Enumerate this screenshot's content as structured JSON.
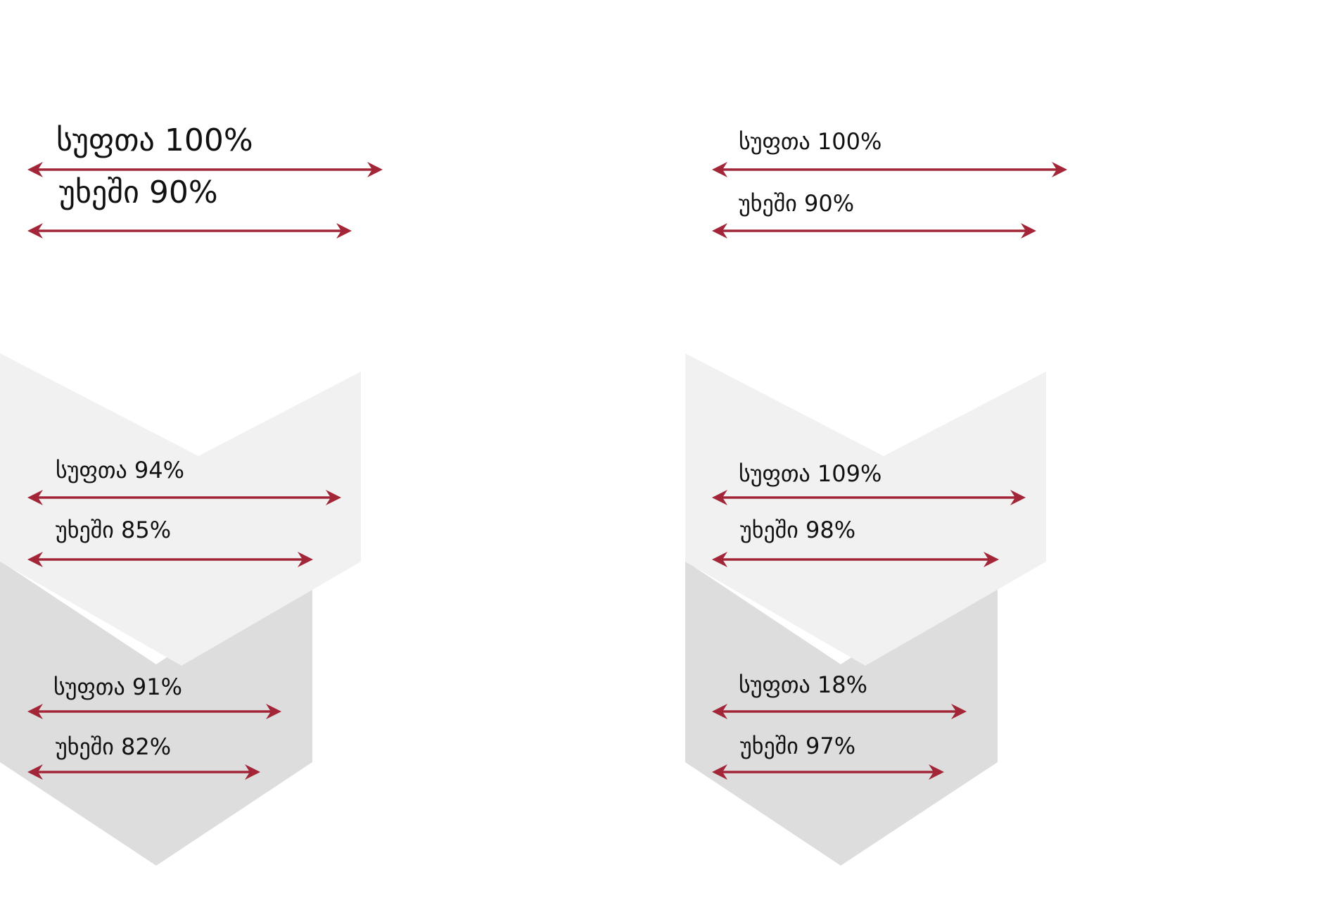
{
  "colors": {
    "arrow": "#a32638",
    "chevron_light": "#f1f1f1",
    "chevron_dark": "#dddddd",
    "text": "#111111"
  },
  "left": {
    "top": {
      "clean": {
        "label": "სუფთა 100%",
        "value": 100
      },
      "rough": {
        "label": "უხეში 90%",
        "value": 90
      }
    },
    "upper": {
      "clean": {
        "label": "სუფთა 94%",
        "value": 94
      },
      "rough": {
        "label": "უხეში 85%",
        "value": 85
      }
    },
    "lower": {
      "clean": {
        "label": "სუფთა 91%",
        "value": 91
      },
      "rough": {
        "label": "უხეში 82%",
        "value": 82
      }
    }
  },
  "right": {
    "top": {
      "clean": {
        "label": "სუფთა 100%",
        "value": 100
      },
      "rough": {
        "label": "უხეში 90%",
        "value": 90
      }
    },
    "upper": {
      "clean": {
        "label": "სუფთა 109%",
        "value": 109
      },
      "rough": {
        "label": "უხეში 98%",
        "value": 98
      }
    },
    "lower": {
      "clean": {
        "label": "სუფთა 18%",
        "value": 18
      },
      "rough": {
        "label": "უხეში 97%",
        "value": 97
      }
    }
  }
}
